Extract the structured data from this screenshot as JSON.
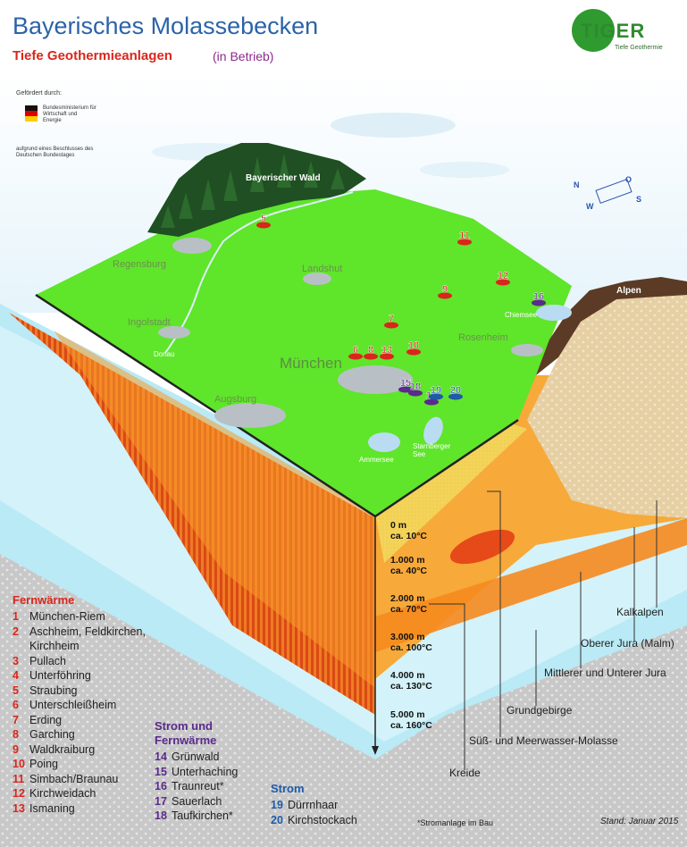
{
  "header": {
    "title": "Bayerisches Molassebecken",
    "subtitle": "Tiefe Geothermieanlagen",
    "subtitle_note": "(in Betrieb)"
  },
  "funding": {
    "funded_by": "Gefördert durch:",
    "ministry": "Bundesministerium für Wirtschaft und Energie",
    "decision": "aufgrund eines Beschlusses des Deutschen Bundestages"
  },
  "logo": {
    "text": "TIGER",
    "tagline": "Tiefe Geothermie"
  },
  "compass": {
    "n": "N",
    "o": "O",
    "s": "S",
    "w": "W"
  },
  "map": {
    "forest_label": "Bayerischer Wald",
    "alps_label": "Alpen",
    "cities": [
      "Regensburg",
      "Landshut",
      "Ingolstadt",
      "München",
      "Rosenheim",
      "Augsburg"
    ],
    "river": "Donau",
    "lakes": [
      "Chiemsee",
      "Ammersee",
      "Starnberger See"
    ]
  },
  "depth_scale": [
    {
      "depth": "0 m",
      "temp": "ca. 10°C"
    },
    {
      "depth": "1.000 m",
      "temp": "ca. 40°C"
    },
    {
      "depth": "2.000 m",
      "temp": "ca. 70°C"
    },
    {
      "depth": "3.000 m",
      "temp": "ca. 100°C"
    },
    {
      "depth": "4.000 m",
      "temp": "ca. 130°C"
    },
    {
      "depth": "5.000 m",
      "temp": "ca. 160°C"
    }
  ],
  "layers": {
    "kalkalpen": "Kalkalpen",
    "oberer_jura": "Oberer Jura (Malm)",
    "mittlerer_jura": "Mittlerer und Unterer Jura",
    "grundgebirge": "Grundgebirge",
    "molasse": "Süß- und Meerwasser-Molasse",
    "kreide": "Kreide"
  },
  "legend": {
    "fernwaerme": {
      "heading": "Fernwärme",
      "items": [
        {
          "num": "1",
          "name": "München-Riem"
        },
        {
          "num": "2",
          "name": "Aschheim, Feldkirchen,"
        },
        {
          "num": "",
          "name": "Kirchheim"
        },
        {
          "num": "3",
          "name": "Pullach"
        },
        {
          "num": "4",
          "name": "Unterföhring"
        },
        {
          "num": "5",
          "name": "Straubing"
        },
        {
          "num": "6",
          "name": "Unterschleißheim"
        },
        {
          "num": "7",
          "name": "Erding"
        },
        {
          "num": "8",
          "name": "Garching"
        },
        {
          "num": "9",
          "name": "Waldkraiburg"
        },
        {
          "num": "10",
          "name": "Poing"
        },
        {
          "num": "11",
          "name": "Simbach/Braunau"
        },
        {
          "num": "12",
          "name": "Kirchweidach"
        },
        {
          "num": "13",
          "name": "Ismaning"
        }
      ]
    },
    "strom_fernwaerme": {
      "heading_1": "Strom und",
      "heading_2": "Fernwärme",
      "items": [
        {
          "num": "14",
          "name": "Grünwald"
        },
        {
          "num": "15",
          "name": "Unterhaching"
        },
        {
          "num": "16",
          "name": "Traunreut*"
        },
        {
          "num": "17",
          "name": "Sauerlach"
        },
        {
          "num": "18",
          "name": "Taufkirchen*"
        }
      ]
    },
    "strom": {
      "heading": "Strom",
      "items": [
        {
          "num": "19",
          "name": "Dürrnhaar"
        },
        {
          "num": "20",
          "name": "Kirchstockach"
        }
      ]
    }
  },
  "markers": {
    "red": [
      "5",
      "11",
      "12",
      "9",
      "7",
      "6",
      "8",
      "13",
      "10"
    ],
    "purple": [
      "16",
      "15",
      "18",
      "17"
    ],
    "blue": [
      "19",
      "20"
    ]
  },
  "footer": {
    "note": "*Stromanlage im Bau",
    "stand": "Stand: Januar 2015"
  },
  "colors": {
    "title_blue": "#2b63a8",
    "heading_red": "#d9261c",
    "heading_purple": "#5a2a8c",
    "heading_blue": "#1f5ba8",
    "surface_green": "#5fe52a",
    "molasse_orange": "#f79a2a",
    "jura_cyan": "#b9eaf6"
  }
}
